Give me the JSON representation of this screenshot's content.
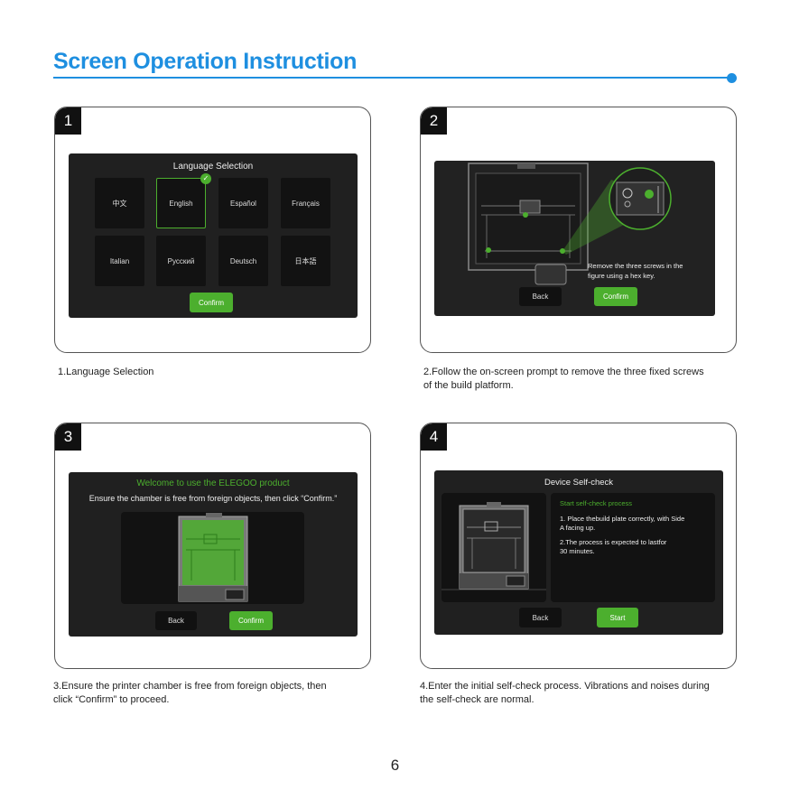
{
  "page": {
    "title": "Screen Operation Instruction",
    "page_number": "6"
  },
  "colors": {
    "accent": "#1e8fe0",
    "green": "#4caf2e",
    "screen_bg": "#202020"
  },
  "step1": {
    "number": "1",
    "heading": "Language Selection",
    "languages": [
      "中文",
      "English",
      "Español",
      "Français",
      "Italian",
      "Русский",
      "Deutsch",
      "日本語"
    ],
    "selected": "English",
    "confirm": "Confirm",
    "caption": "1.Language Selection"
  },
  "step2": {
    "number": "2",
    "prompt_line1": "Remove the three screws in the",
    "prompt_line2": "figure using a hex key.",
    "back": "Back",
    "confirm": "Confirm",
    "caption_line1": "2.Follow the on-screen prompt to remove the three fixed screws",
    "caption_line2": "of the build platform."
  },
  "step3": {
    "number": "3",
    "welcome": "Welcome to use the ELEGOO product",
    "instruction": "Ensure the chamber is free from foreign objects, then click “Confirm.”",
    "back": "Back",
    "confirm": "Confirm",
    "caption_line1": "3.Ensure the printer chamber is free from foreign objects, then",
    "caption_line2": "click “Confirm” to proceed."
  },
  "step4": {
    "number": "4",
    "heading": "Device Self-check",
    "panel_title": "Start self-check process",
    "line1": "1. Place thebuild plate correctly, with Side",
    "line2": "A facing up.",
    "line3": "2.The process is expected to lastfor",
    "line4": "30 minutes.",
    "back": "Back",
    "start": "Start",
    "caption_line1": "4.Enter the initial self-check process. Vibrations and noises during",
    "caption_line2": "the self-check are normal."
  }
}
